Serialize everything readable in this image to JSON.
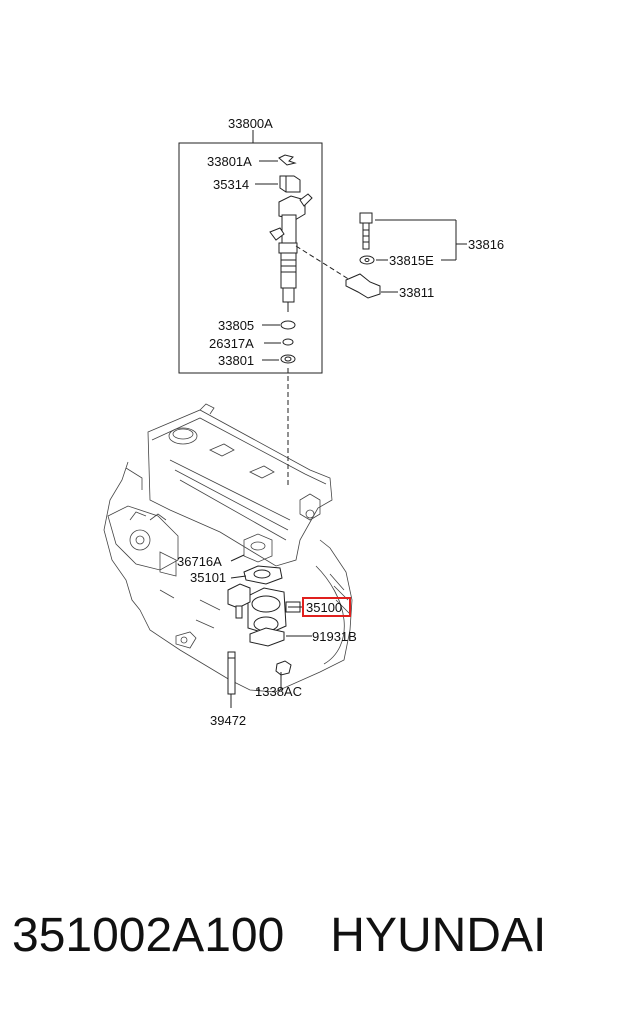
{
  "labels": {
    "l33800A": "33800A",
    "l33801A": "33801A",
    "l35314": "35314",
    "l33816": "33816",
    "l33815E": "33815E",
    "l33811": "33811",
    "l33805": "33805",
    "l26317A": "26317A",
    "l33801": "33801",
    "l36716A": "36716A",
    "l35101": "35101",
    "l35100": "35100",
    "l91931B": "91931B",
    "l1338AC": "1338AC",
    "l39472": "39472"
  },
  "highlight_color": "#e0201e",
  "caption": {
    "part_number": "351002A100",
    "brand": "HYUNDAI"
  }
}
